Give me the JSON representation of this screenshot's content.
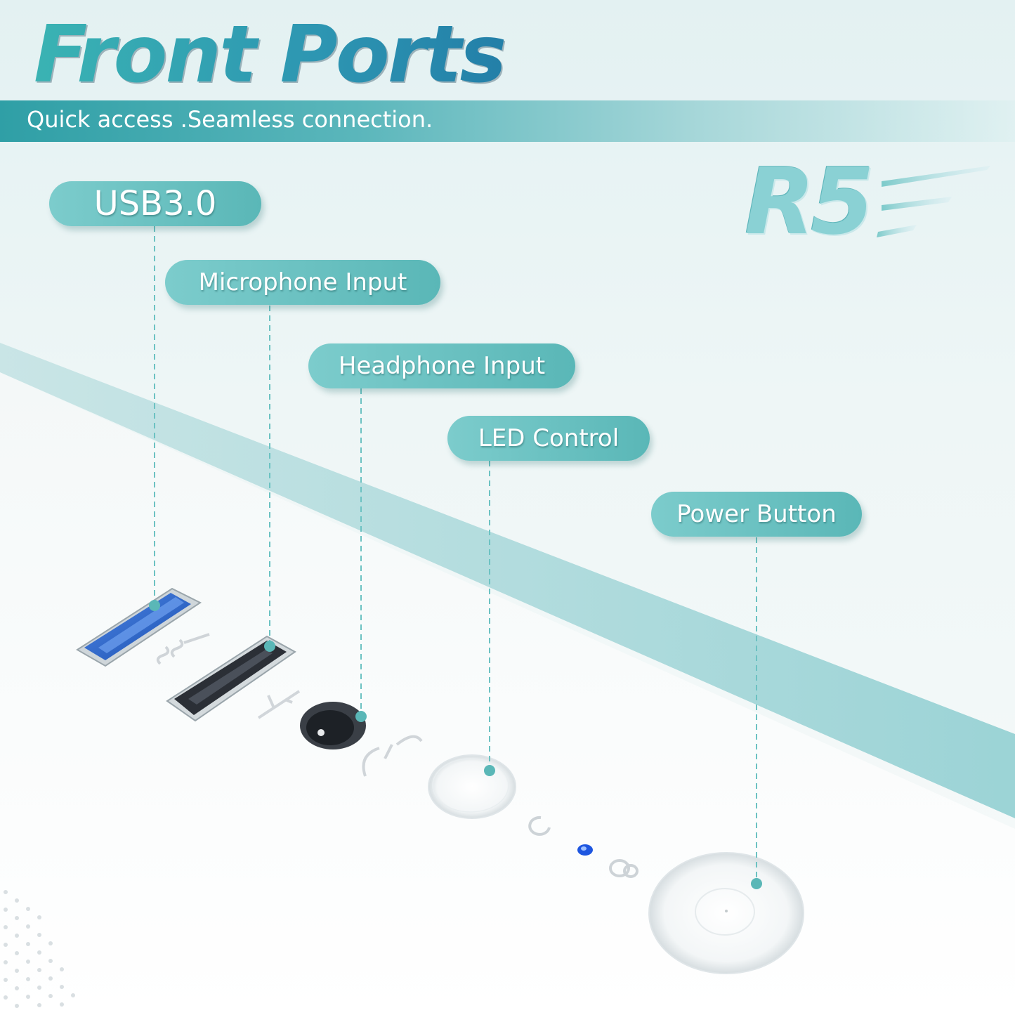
{
  "header": {
    "title": "Front Ports",
    "subtitle": "Quick access .Seamless connection."
  },
  "brand": {
    "logo_text": "R5"
  },
  "labels": {
    "usb": "USB3.0",
    "microphone": "Microphone Input",
    "headphone": "Headphone Input",
    "led": "LED Control",
    "power": "Power Button"
  },
  "colors": {
    "accent": "#5ab7b7",
    "title_teal": "#2d96b2",
    "usb_blue": "#2a64c8",
    "led_blue": "#1e56e0"
  },
  "icons": [
    "superspeed-usb-icon",
    "usb-icon",
    "headset-icon",
    "led-cycle-icon",
    "power-icon"
  ]
}
